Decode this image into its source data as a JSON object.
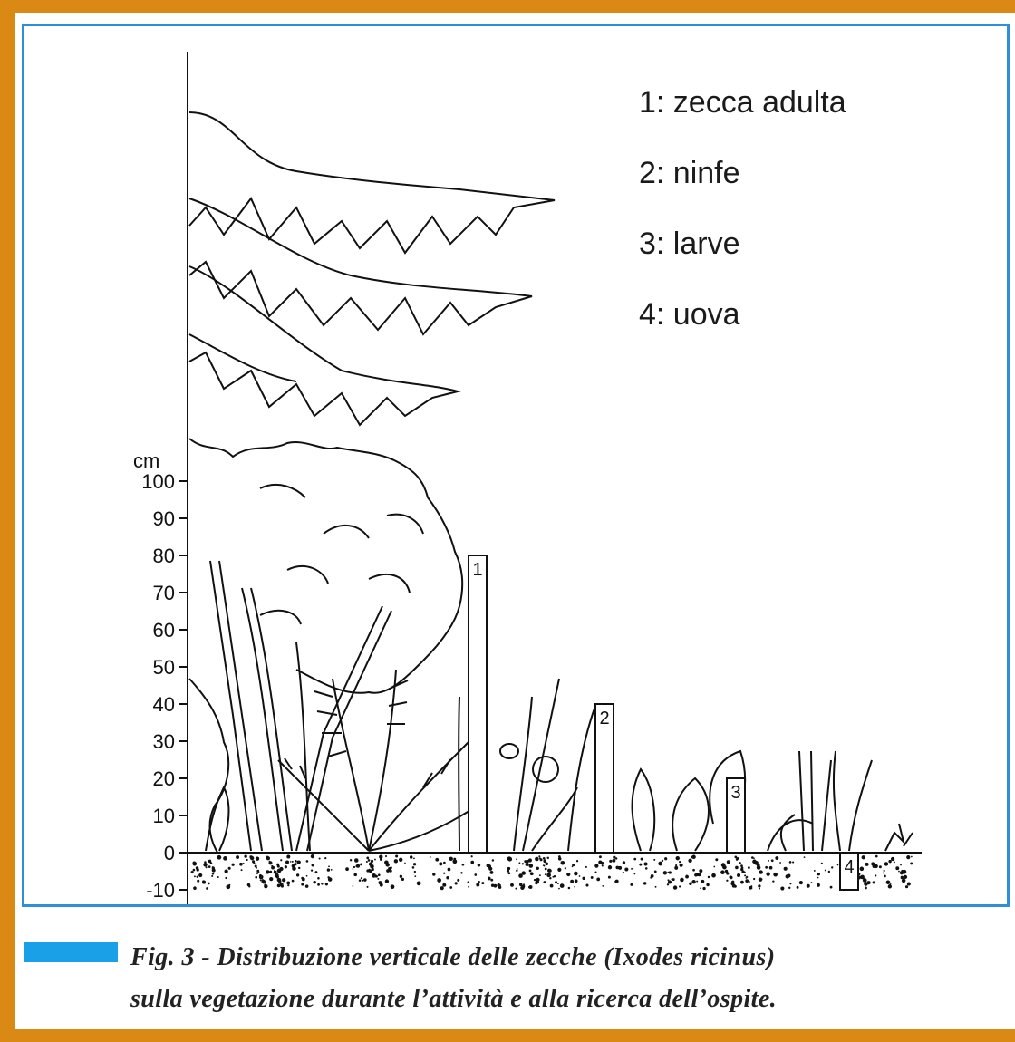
{
  "figure": {
    "unit_label": "cm",
    "scale_ticks": [
      "100",
      "90",
      "80",
      "70",
      "60",
      "50",
      "40",
      "30",
      "20",
      "10",
      "0",
      "-10"
    ],
    "legend": [
      {
        "number": "1",
        "text": "1: zecca adulta"
      },
      {
        "number": "2",
        "text": "2: ninfe"
      },
      {
        "number": "3",
        "text": "3: larve"
      },
      {
        "number": "4",
        "text": "4: uova"
      }
    ],
    "posts": [
      {
        "label": "1",
        "height_cm": 80
      },
      {
        "label": "2",
        "height_cm": 40
      },
      {
        "label": "3",
        "height_cm": 20
      },
      {
        "label": "4",
        "height_cm": -10
      }
    ]
  },
  "caption": {
    "line1": "Fig. 3 - Distribuzione verticale delle zecche (Ixodes ricinus)",
    "line2": "sulla vegetazione durante l’attività e alla ricerca dell’ospite."
  },
  "colors": {
    "border_orange": "#d98914",
    "frame_blue": "#2f8fd8",
    "caption_bar_blue": "#1aa0e6",
    "ink": "#1a1a1a"
  }
}
